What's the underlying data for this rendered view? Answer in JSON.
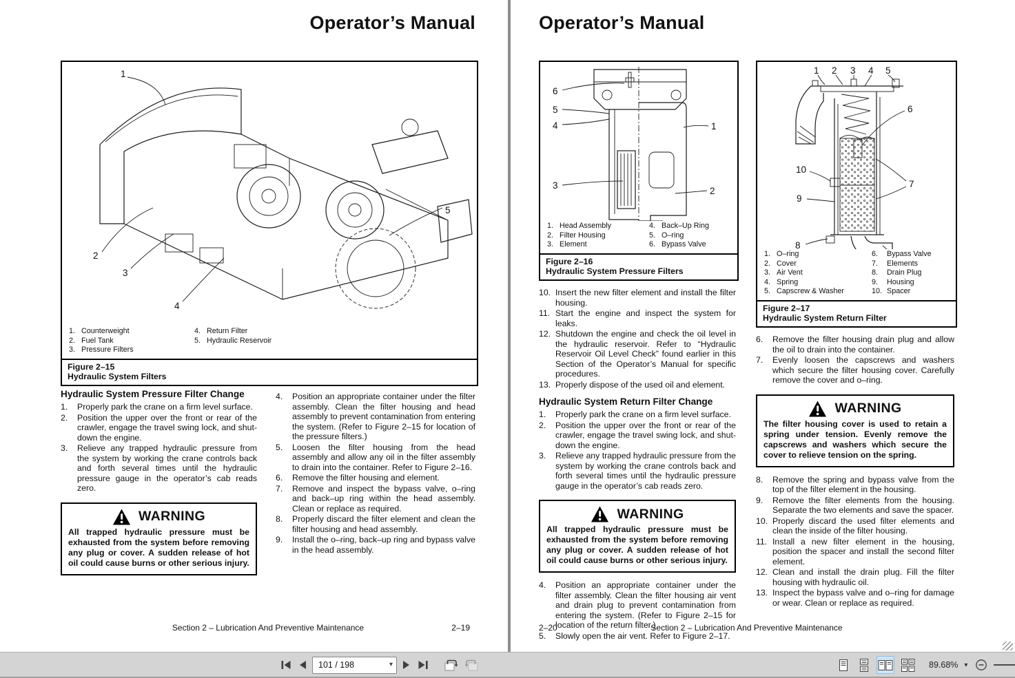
{
  "toolbar": {
    "page_indicator": "101 / 198",
    "zoom_percent": "89.68%",
    "icons": {
      "first_page": "first-page-icon",
      "previous_page": "previous-page-icon",
      "next_page": "next-page-icon",
      "last_page": "last-page-icon",
      "previous_view": "previous-view-icon",
      "next_view": "next-view-icon",
      "single_page_view": "single-page-view-icon",
      "continuous_view": "continuous-view-icon",
      "two_page_view": "two-page-view-icon",
      "two_page_continuous_view": "two-page-continuous-view-icon",
      "zoom_out": "zoom-out-icon"
    }
  },
  "page_left": {
    "title": "Operator’s Manual",
    "figure": {
      "callouts": [
        "1",
        "2",
        "3",
        "4",
        "5"
      ],
      "legend_a": [
        {
          "n": "1.",
          "t": "Counterweight"
        },
        {
          "n": "2.",
          "t": "Fuel Tank"
        },
        {
          "n": "3.",
          "t": "Pressure Filters"
        }
      ],
      "legend_b": [
        {
          "n": "4.",
          "t": "Return Filter"
        },
        {
          "n": "5.",
          "t": "Hydraulic Reservoir"
        }
      ],
      "caption1": "Figure 2–15",
      "caption2": "Hydraulic System Filters"
    },
    "heading": "Hydraulic System Pressure Filter Change",
    "steps_a": [
      {
        "n": "1.",
        "t": "Properly park the crane on a firm level surface."
      },
      {
        "n": "2.",
        "t": "Position the upper over the front or rear of the crawler, engage the travel swing lock, and shut-down the engine."
      },
      {
        "n": "3.",
        "t": "Relieve any trapped hydraulic pressure from the system by working the crane controls back and forth several times until the hydraulic pressure gauge in the operator’s cab reads zero."
      }
    ],
    "warning": {
      "title": "WARNING",
      "body": "All trapped hydraulic pressure must be exhausted from the system before removing any plug or cover.  A sudden release of hot oil could cause burns or other serious injury."
    },
    "steps_b": [
      {
        "n": "4.",
        "t": "Position an appropriate container under the filter assembly.  Clean the filter housing and head assembly to prevent contamination from entering the system.  (Refer to Figure 2–15 for location of the pressure filters.)"
      },
      {
        "n": "5.",
        "t": "Loosen the filter housing from the head assembly and allow any oil in the filter assembly to drain into the container.  Refer to Figure 2–16."
      },
      {
        "n": "6.",
        "t": "Remove the filter housing and element."
      },
      {
        "n": "7.",
        "t": "Remove and inspect the bypass valve, o–ring and back–up ring within the head assembly.  Clean or replace as required."
      },
      {
        "n": "8.",
        "t": "Properly discard the filter element and clean the filter housing and head assembly."
      },
      {
        "n": "9.",
        "t": "Install the o–ring, back–up ring and bypass valve in the head assembly."
      }
    ],
    "footer": {
      "section": "Section 2 – Lubrication And Preventive Maintenance",
      "page": "2–19"
    }
  },
  "page_right": {
    "title": "Operator’s Manual",
    "fig_pressure": {
      "callouts": [
        "6",
        "5",
        "4",
        "3",
        "1",
        "2"
      ],
      "legend_a": [
        {
          "n": "1.",
          "t": "Head Assembly"
        },
        {
          "n": "2.",
          "t": "Filter Housing"
        },
        {
          "n": "3.",
          "t": "Element"
        }
      ],
      "legend_b": [
        {
          "n": "4.",
          "t": "Back–Up Ring"
        },
        {
          "n": "5.",
          "t": "O–ring"
        },
        {
          "n": "6.",
          "t": "Bypass Valve"
        }
      ],
      "caption1": "Figure 2–16",
      "caption2": "Hydraulic System Pressure Filters"
    },
    "steps_top": [
      {
        "n": "10.",
        "t": "Insert the new filter element and install the filter housing."
      },
      {
        "n": "11.",
        "t": "Start the engine and inspect the system for leaks."
      },
      {
        "n": "12.",
        "t": "Shutdown the engine and check the oil level in the hydraulic reservoir.  Refer to “Hydraulic Reservoir Oil Level Check” found earlier in this Section of the Operator’s Manual for specific procedures."
      },
      {
        "n": "13.",
        "t": "Properly dispose of the used oil and element."
      }
    ],
    "heading_return": "Hydraulic System Return Filter Change",
    "steps_mid": [
      {
        "n": "1.",
        "t": "Properly park the crane on a firm level surface."
      },
      {
        "n": "2.",
        "t": "Position the upper over the front or rear of the crawler, engage the travel swing lock, and shut-down the engine."
      },
      {
        "n": "3.",
        "t": "Relieve any trapped hydraulic pressure from the system by working the crane controls back and forth several times until the hydraulic pressure gauge in the operator’s cab reads zero."
      }
    ],
    "warning": {
      "title": "WARNING",
      "body": "All trapped hydraulic pressure must be exhausted from the system before removing any plug or cover.  A sudden release of hot oil could cause burns or other serious injury."
    },
    "steps_low": [
      {
        "n": "4.",
        "t": "Position an appropriate container under the filter assembly.  Clean the filter housing air vent and drain plug to prevent contamination from entering the system.  (Refer to Figure 2–15 for location of the return filter.)"
      },
      {
        "n": "5.",
        "t": "Slowly open the air vent.  Refer to Figure 2–17."
      }
    ],
    "fig_return": {
      "callouts": [
        "1",
        "2",
        "3",
        "4",
        "5",
        "6",
        "7",
        "8",
        "9",
        "10"
      ],
      "legend_a": [
        {
          "n": "1.",
          "t": "O–ring"
        },
        {
          "n": "2.",
          "t": "Cover"
        },
        {
          "n": "3.",
          "t": "Air Vent"
        },
        {
          "n": "4.",
          "t": "Spring"
        },
        {
          "n": "5.",
          "t": "Capscrew & Washer"
        }
      ],
      "legend_b": [
        {
          "n": "6.",
          "t": "Bypass Valve"
        },
        {
          "n": "7.",
          "t": "Elements"
        },
        {
          "n": "8.",
          "t": "Drain Plug"
        },
        {
          "n": "9.",
          "t": "Housing"
        },
        {
          "n": "10.",
          "t": "Spacer"
        }
      ],
      "caption1": "Figure 2–17",
      "caption2": "Hydraulic System Return Filter"
    },
    "steps_r1": [
      {
        "n": "6.",
        "t": "Remove the filter housing drain plug and allow the oil to drain into the container."
      },
      {
        "n": "7.",
        "t": "Evenly loosen the capscrews and washers which secure the filter housing cover.  Carefully remove the cover and o–ring."
      }
    ],
    "warning2": {
      "title": "WARNING",
      "body": "The filter housing cover is used to retain a spring under tension.  Evenly remove the capscrews and washers which secure the cover to relieve tension on the spring."
    },
    "steps_r2": [
      {
        "n": "8.",
        "t": "Remove the spring and bypass valve from the top of the filter element in the housing."
      },
      {
        "n": "9.",
        "t": "Remove the filter elements from the housing.  Separate the two elements and save the spacer."
      },
      {
        "n": "10.",
        "t": "Properly discard the used filter elements and clean the inside of the filter housing."
      },
      {
        "n": "11.",
        "t": "Install a new filter element in the housing, position the spacer and install the second filter element."
      },
      {
        "n": "12.",
        "t": "Clean and install the drain plug.  Fill the filter housing with hydraulic oil."
      },
      {
        "n": "13.",
        "t": "Inspect the bypass valve and o–ring for damage or wear.  Clean or replace as required."
      }
    ],
    "footer": {
      "page": "2–20",
      "section": "Section 2 – Lubrication And Preventive Maintenance"
    }
  }
}
